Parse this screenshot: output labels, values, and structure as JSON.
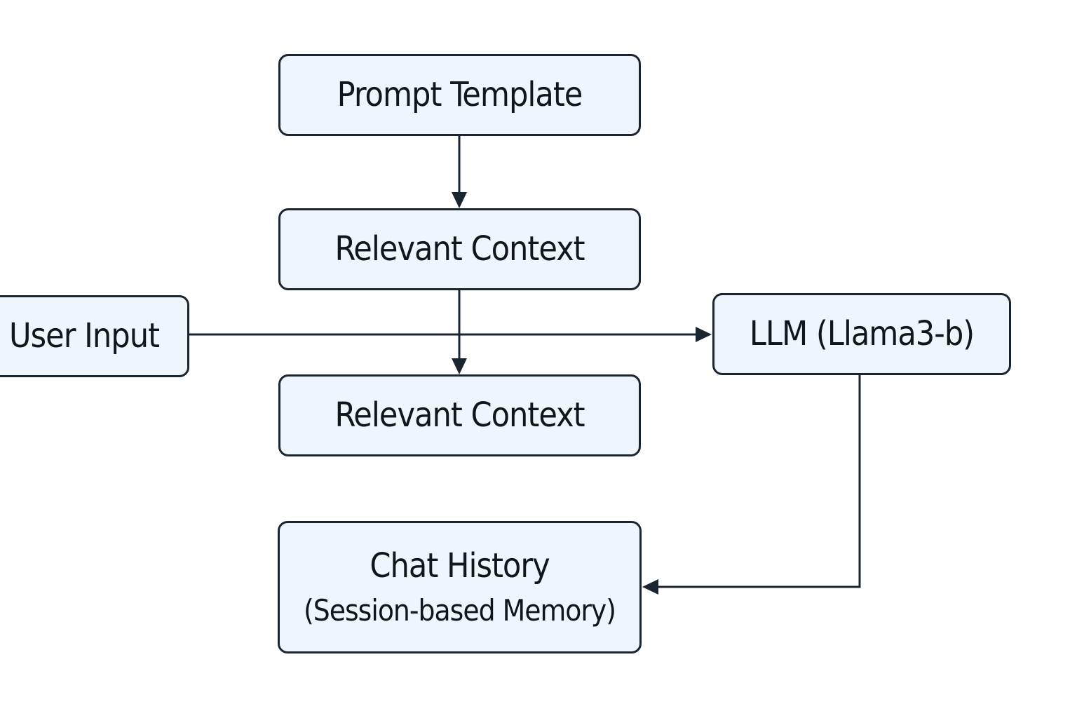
{
  "diagram": {
    "nodes": {
      "prompt_template": {
        "label": "Prompt Template"
      },
      "relevant_context_1": {
        "label": "Relevant Context"
      },
      "relevant_context_2": {
        "label": "Relevant Context"
      },
      "user_input": {
        "label": "User Input"
      },
      "llm": {
        "label": "LLM (Llama3-b)"
      },
      "chat_history": {
        "label": "Chat History",
        "sublabel": "(Session-based Memory)"
      }
    },
    "edges": [
      {
        "from": "prompt_template",
        "to": "relevant_context_1"
      },
      {
        "from": "relevant_context_1",
        "to": "relevant_context_2"
      },
      {
        "from": "user_input",
        "to": "llm"
      },
      {
        "from": "llm",
        "to": "chat_history"
      }
    ],
    "colors": {
      "node_fill": "#eff5fd",
      "node_border": "#1b2530",
      "edge": "#1b2530",
      "text": "#11161c",
      "background": "#ffffff"
    }
  }
}
